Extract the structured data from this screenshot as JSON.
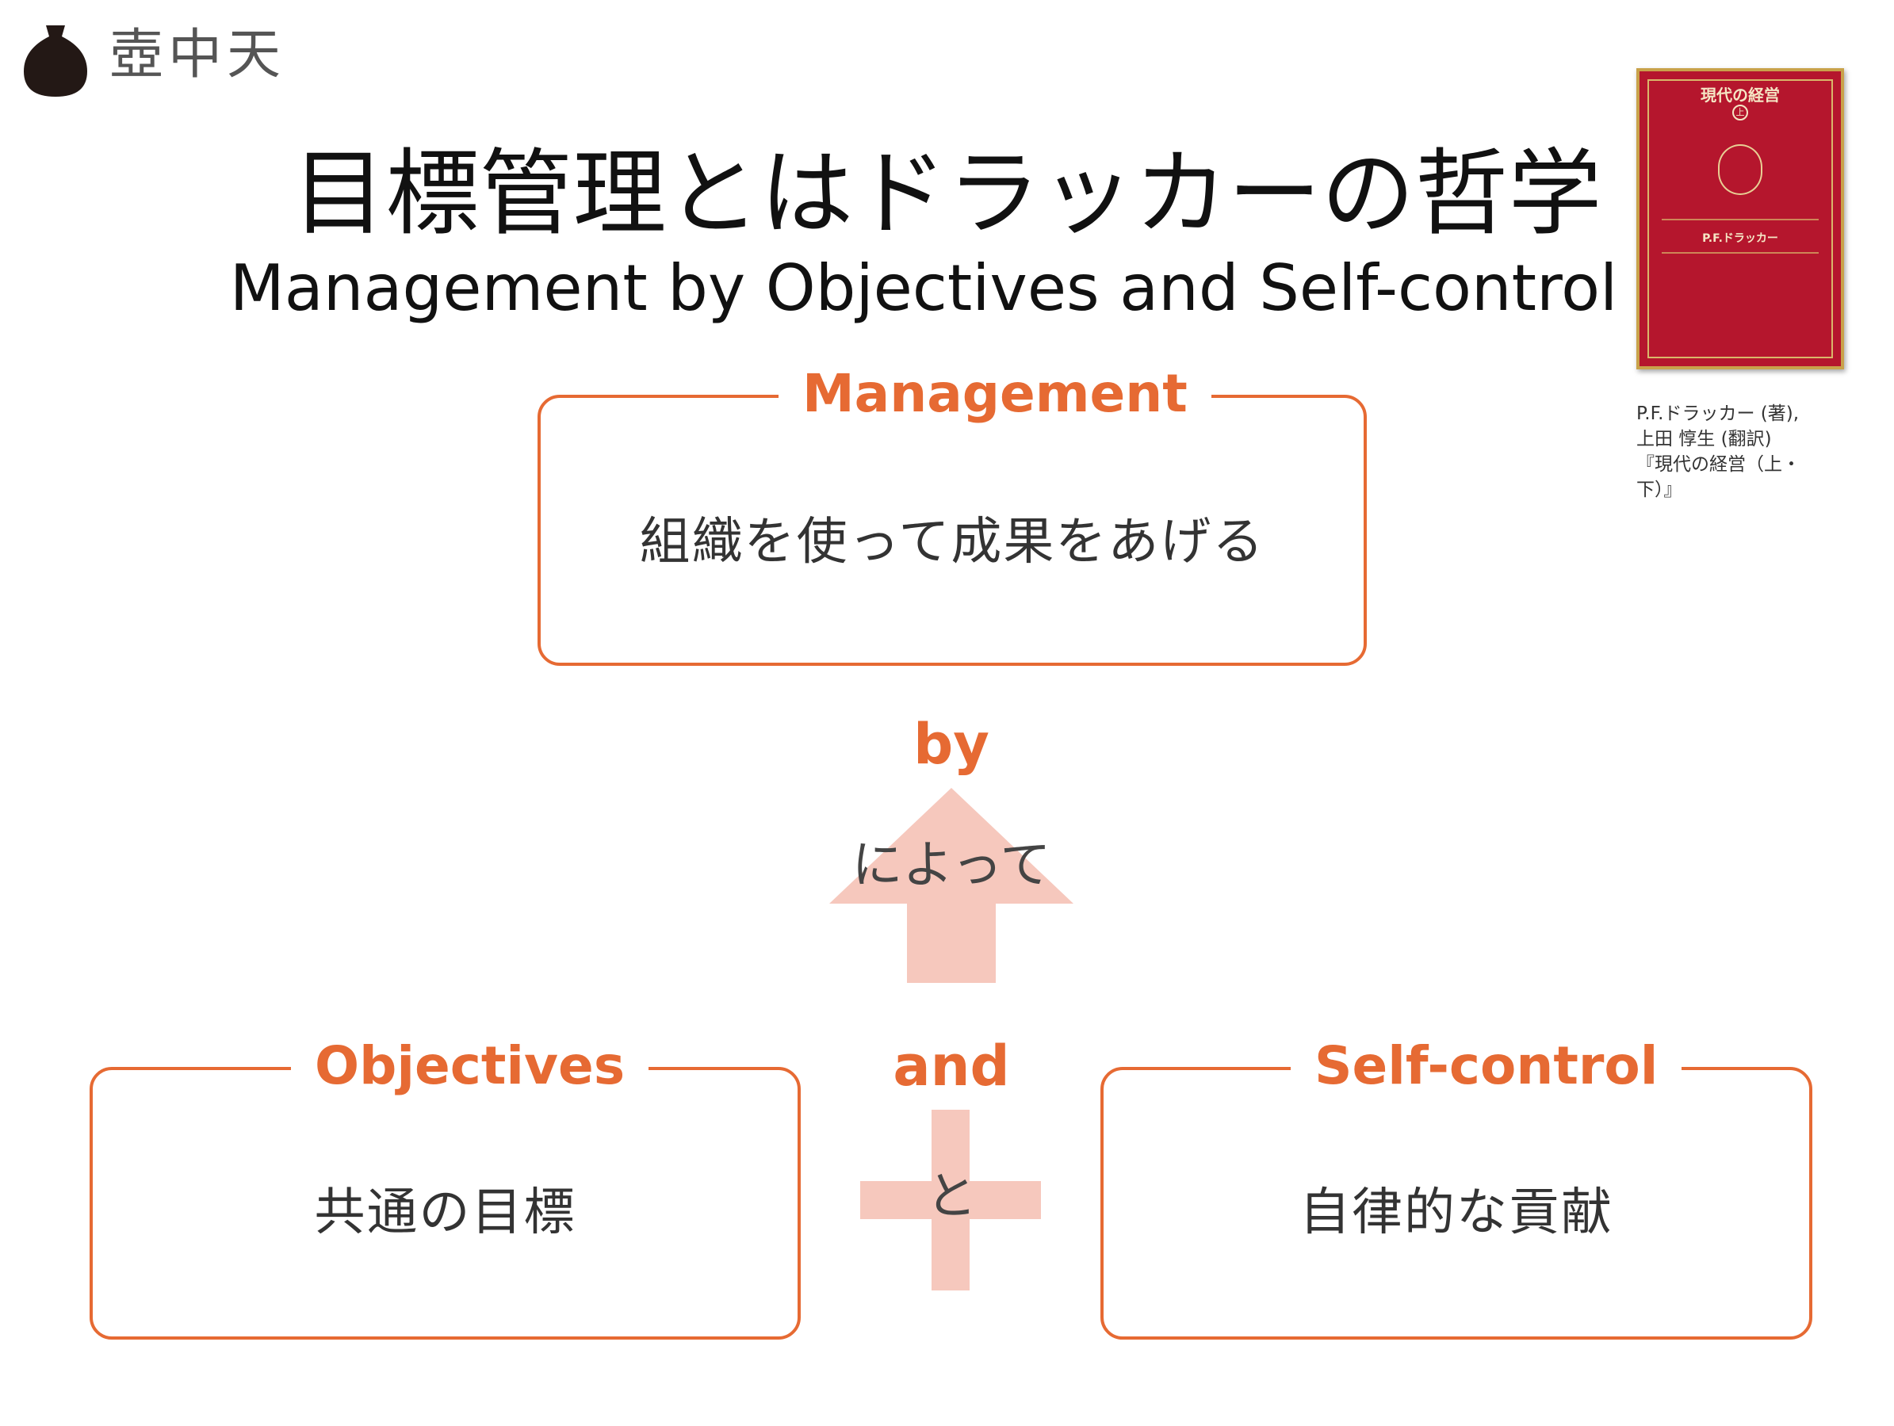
{
  "logo": {
    "text": "壺中天",
    "icon": "pot-icon"
  },
  "title": {
    "jp": "目標管理とはドラッカーの哲学",
    "en": "Management by Objectives and Self-control"
  },
  "book": {
    "cover_title": "現代の経営",
    "cover_volume": "上",
    "cover_author": "P.F.ドラッカー",
    "caption": [
      "P.F.ドラッカー (著),",
      "上田 惇生 (翻訳)",
      "『現代の経営（上・",
      "下）』"
    ]
  },
  "boxes": {
    "management": {
      "label": "Management",
      "content": "組織を使って成果をあげる"
    },
    "objectives": {
      "label": "Objectives",
      "content": "共通の目標"
    },
    "selfcontrol": {
      "label": "Self-control",
      "content": "自律的な貢献"
    }
  },
  "connectors": {
    "by": {
      "label": "by",
      "jp": "によって"
    },
    "and": {
      "label": "and",
      "jp": "と"
    }
  },
  "colors": {
    "accent": "#e66a33",
    "connector_fill": "#f6c8bd",
    "book_red": "#b5162d"
  }
}
